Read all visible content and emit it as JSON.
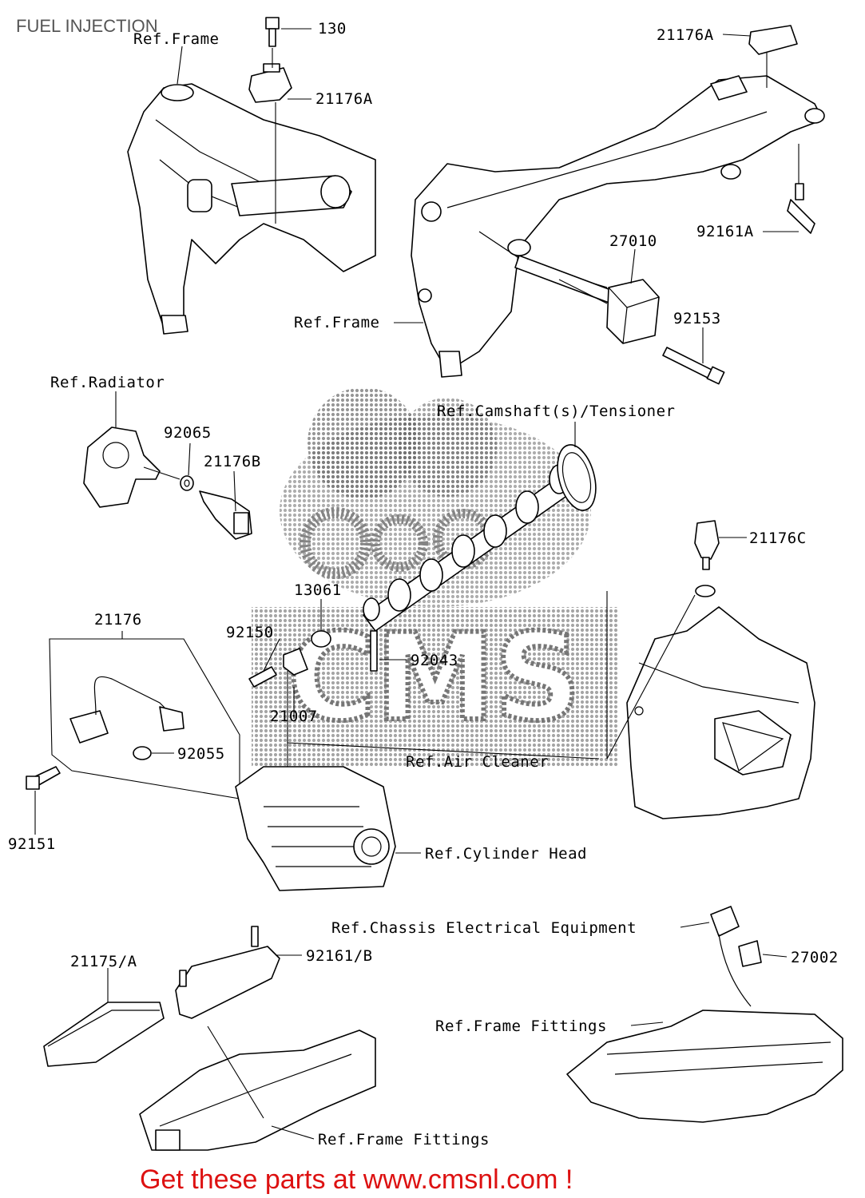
{
  "title": "FUEL INJECTION",
  "footer": "Get these parts at www.cmsnl.com !",
  "footer_color": "#dd1111",
  "watermark": "CMS",
  "labels": {
    "ref_frame_top": "Ref.Frame",
    "p130": "130",
    "p21176A_left": "21176A",
    "p21176A_right": "21176A",
    "p92161A": "92161A",
    "p27010": "27010",
    "ref_frame_mid": "Ref.Frame",
    "p92153": "92153",
    "ref_radiator": "Ref.Radiator",
    "p92065": "92065",
    "p21176B": "21176B",
    "ref_camshaft": "Ref.Camshaft(s)/Tensioner",
    "p21176C": "21176C",
    "p13061": "13061",
    "p21176": "21176",
    "p92150": "92150",
    "p92043": "92043",
    "p21007": "21007",
    "p92055": "92055",
    "ref_air_cleaner": "Ref.Air Cleaner",
    "p92151": "92151",
    "ref_cylinder_head": "Ref.Cylinder Head",
    "ref_chassis_electrical": "Ref.Chassis Electrical Equipment",
    "p21175A": "21175/A",
    "p92161B": "92161/B",
    "p27002": "27002",
    "ref_frame_fittings_right": "Ref.Frame Fittings",
    "ref_frame_fittings_bottom": "Ref.Frame Fittings"
  }
}
